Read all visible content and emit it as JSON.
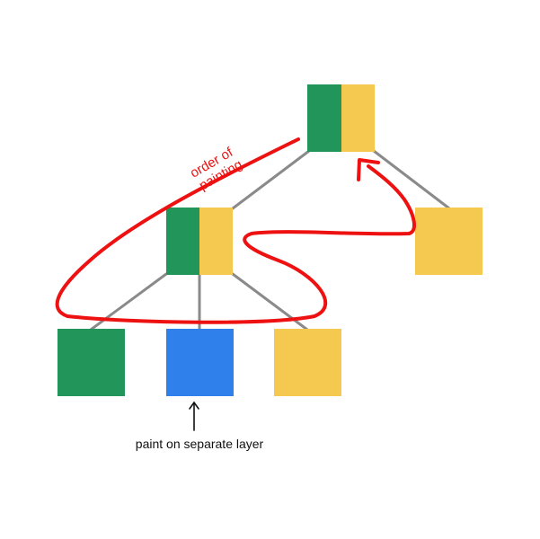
{
  "colors": {
    "background": "#ffffff",
    "edge": "#8a8a8a",
    "green": "#22955a",
    "yellow": "#f5c94f",
    "blue": "#2f80ea",
    "paint_order_path": "#ee1111",
    "label_red": "#ee1111",
    "label_black": "#111111"
  },
  "labels": {
    "order_of_painting_line1": "order of",
    "order_of_painting_line2": "painting",
    "separate_layer_note": "paint on separate layer"
  },
  "tree": {
    "nodes": [
      {
        "id": "root",
        "fill": [
          "green",
          "yellow"
        ]
      },
      {
        "id": "mid",
        "fill": [
          "green",
          "yellow"
        ]
      },
      {
        "id": "root-right-child",
        "fill": [
          "yellow"
        ]
      },
      {
        "id": "leaf-left",
        "fill": [
          "green"
        ]
      },
      {
        "id": "leaf-center",
        "fill": [
          "blue"
        ]
      },
      {
        "id": "leaf-right",
        "fill": [
          "yellow"
        ]
      }
    ],
    "edges": [
      {
        "from": "root",
        "to": "mid"
      },
      {
        "from": "root",
        "to": "root-right-child"
      },
      {
        "from": "mid",
        "to": "leaf-left"
      },
      {
        "from": "mid",
        "to": "leaf-center"
      },
      {
        "from": "mid",
        "to": "leaf-right"
      }
    ]
  }
}
